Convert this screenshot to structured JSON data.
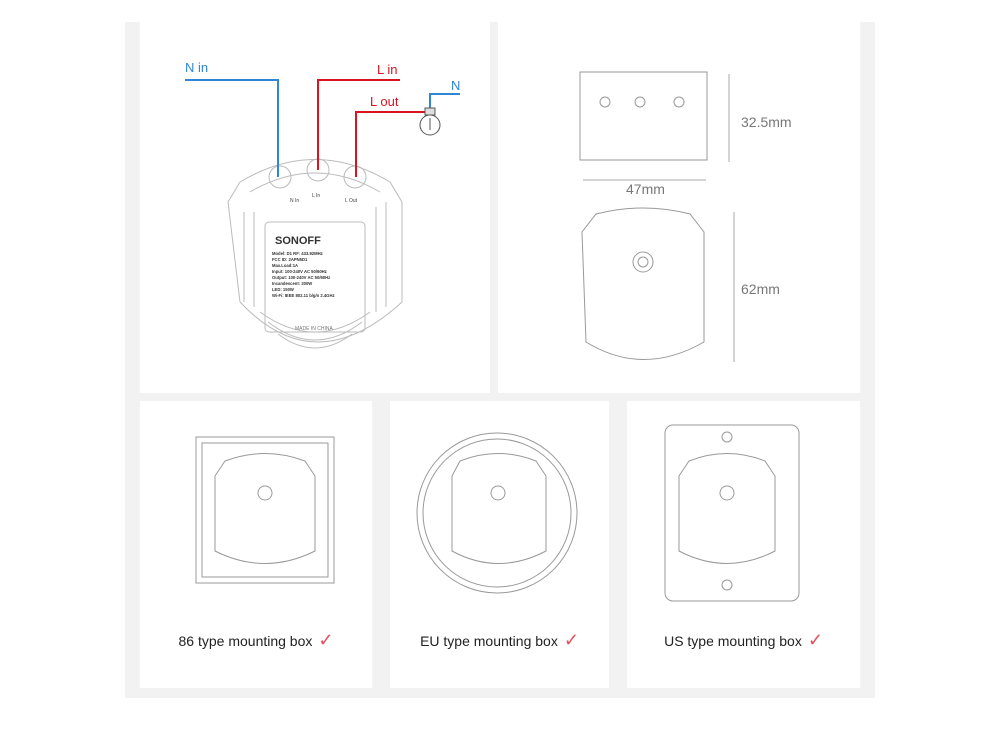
{
  "wiring": {
    "n_in": "N in",
    "l_in": "L in",
    "l_out": "L out",
    "n": "N",
    "terminal_labels": [
      "N In",
      "L In",
      "L Out"
    ],
    "brand": "SONOFF",
    "specs": [
      "Model: D1      RF: 433.92MHz",
      "FCC ID: 2APN5D1",
      "Max.Load:1A",
      "Input: 100-240V AC 50/60Hz",
      "Output: 100-240V AC 50/60Hz",
      "Incandescent: 200W",
      "LED: 150W",
      "Wi-Fi: IEEE 802.11 b/g/n 2.4GHz"
    ],
    "made_in": "MADE IN CHINA",
    "colors": {
      "neutral": "#2f86d6",
      "live": "#d9141e"
    }
  },
  "dimensions": {
    "height": "32.5mm",
    "width": "47mm",
    "depth": "62mm"
  },
  "mounting": [
    {
      "label": "86 type mounting box",
      "check": "✓"
    },
    {
      "label": "EU type mounting box",
      "check": "✓"
    },
    {
      "label": "US type mounting box",
      "check": "✓"
    }
  ],
  "accent": "#e8505b"
}
